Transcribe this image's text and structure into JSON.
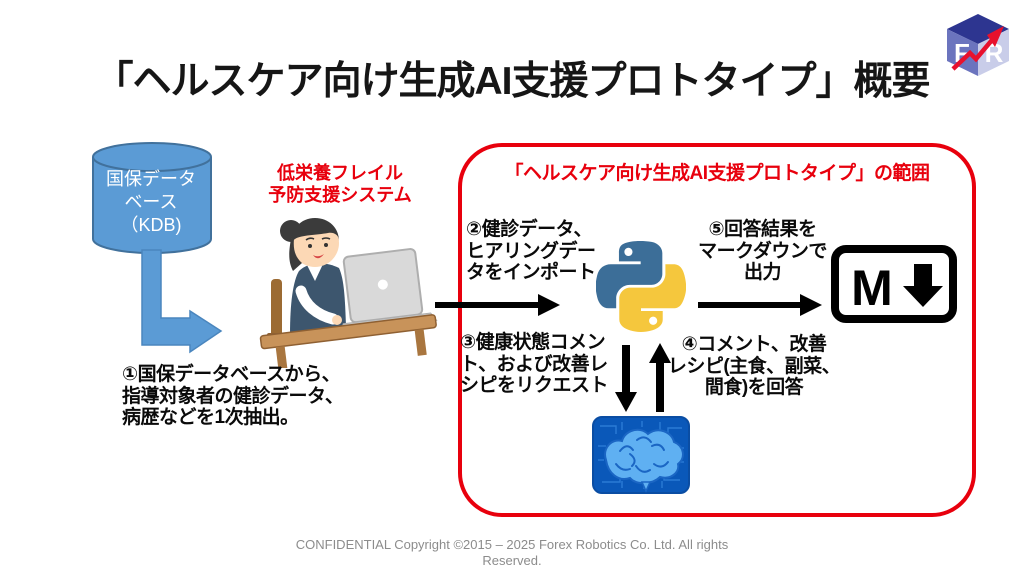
{
  "slide": {
    "title": "「ヘルスケア向け生成AI支援プロトタイプ」概要",
    "footer": "CONFIDENTIAL Copyright ©2015 – 2025 Forex Robotics Co. Ltd. All rights Reserved."
  },
  "logo": {
    "letter_left": "F",
    "letter_right": "R"
  },
  "diagram": {
    "database": {
      "lines": [
        "国保データ",
        "ベース",
        "（KDB)"
      ]
    },
    "system_label": {
      "lines": [
        "低栄養フレイル",
        "予防支援システム"
      ]
    },
    "scope_box": {
      "title": "「ヘルスケア向け生成AI支援プロトタイプ」の範囲"
    },
    "steps": {
      "step1": {
        "lines": [
          "①国保データベースから、",
          "指導対象者の健診データ、",
          "病歴などを1次抽出。"
        ]
      },
      "step2": {
        "lines": [
          "②健診データ、",
          "ヒアリングデー",
          "タをインポート"
        ]
      },
      "step3": {
        "lines": [
          "③健康状態コメン",
          "ト、および改善レ",
          "シピをリクエスト"
        ]
      },
      "step4": {
        "lines": [
          "④コメント、改善",
          "レシピ(主食、副菜、",
          "間食)を回答"
        ]
      },
      "step5": {
        "lines": [
          "⑤回答結果を",
          "マークダウンで",
          "出力"
        ]
      }
    },
    "markdown_icon": {
      "letter": "M"
    },
    "colors": {
      "scope_red": "#e8000d",
      "database_fill": "#5b9bd5",
      "database_stroke": "#41719c",
      "arrow_blue": "#5b9bd5",
      "python_blue": "#3c6e98",
      "python_yellow": "#f5c73d",
      "brain_background": "#0a58b9",
      "brain_fill": "#5fb0f2"
    }
  }
}
